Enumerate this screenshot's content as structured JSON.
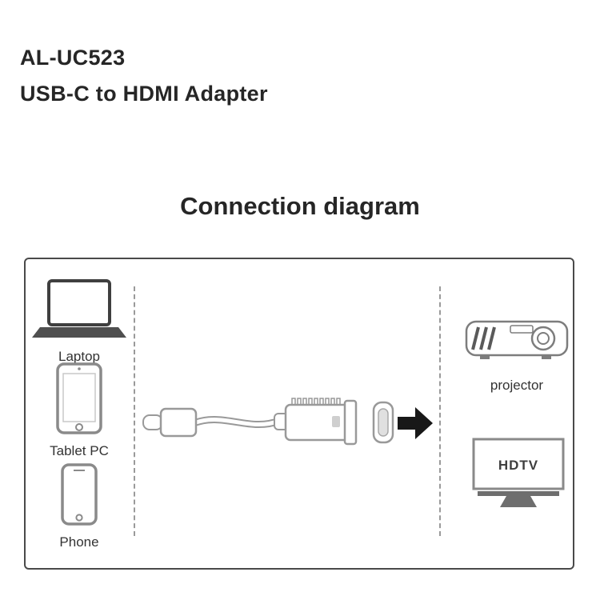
{
  "header": {
    "model": "AL-UC523",
    "product_name": "USB-C to HDMI Adapter"
  },
  "diagram": {
    "title": "Connection diagram",
    "source_devices": [
      {
        "label": "Laptop"
      },
      {
        "label": "Tablet PC"
      },
      {
        "label": "Phone"
      }
    ],
    "target_devices": [
      {
        "label": "projector"
      },
      {
        "label": "HDTV"
      }
    ]
  },
  "icons": {
    "laptop": "laptop-icon",
    "tablet": "tablet-icon",
    "phone": "phone-icon",
    "projector": "projector-icon",
    "hdtv": "hdtv-icon",
    "adapter": "usb-c-hdmi-adapter-icon",
    "hdmi_port": "hdmi-port-icon",
    "arrow": "right-arrow-icon"
  },
  "colors": {
    "text": "#262626",
    "box_border": "#4a4a4a",
    "dashed_divider": "#9a9a9a",
    "icon_gray": "#8a8a8a",
    "icon_dark": "#3f3f3f",
    "stand_gray": "#6e6e6e",
    "arrow": "#181818"
  }
}
